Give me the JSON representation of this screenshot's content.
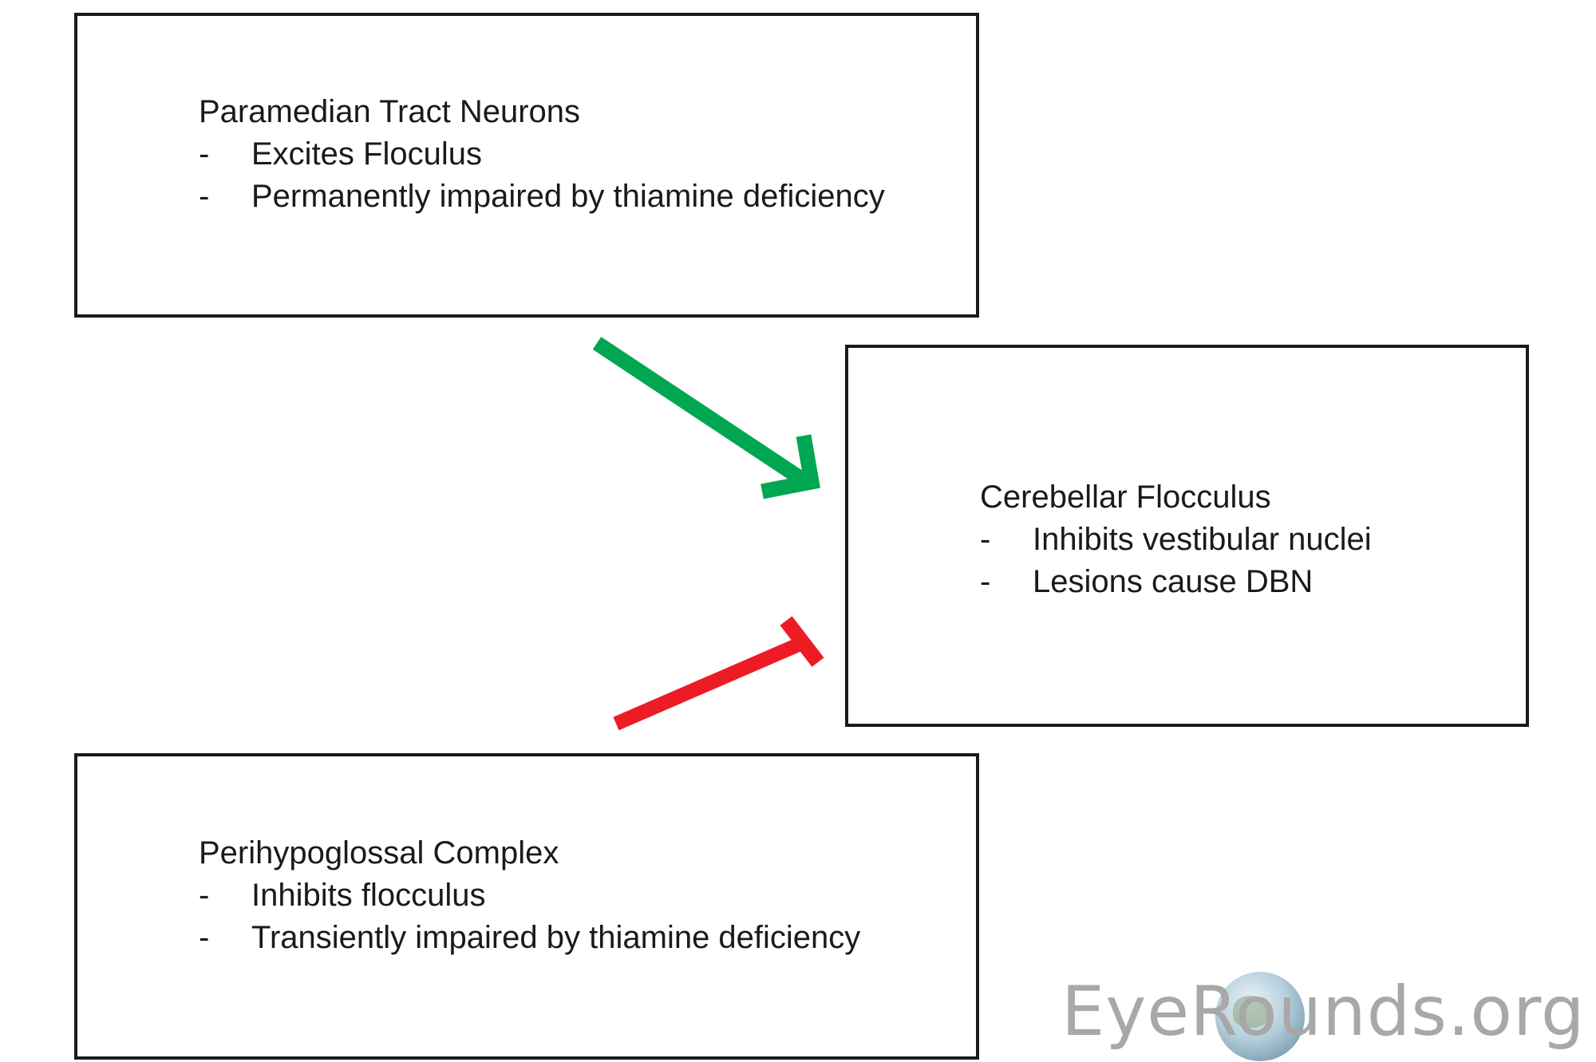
{
  "nodes": {
    "paramedian": {
      "title": "Paramedian Tract Neurons",
      "dash": "-",
      "items": [
        "Excites Floculus",
        "Permanently impaired by thiamine deficiency"
      ]
    },
    "flocculus": {
      "title": "Cerebellar Flocculus",
      "dash": "-",
      "items": [
        "Inhibits vestibular nuclei",
        "Lesions cause DBN"
      ]
    },
    "perihypoglossal": {
      "title": "Perihypoglossal Complex",
      "dash": "-",
      "items": [
        "Inhibits flocculus",
        "Transiently impaired by thiamine deficiency"
      ]
    }
  },
  "edges": [
    {
      "from": "paramedian",
      "to": "flocculus",
      "kind": "excitatory-arrow",
      "color": "#00a651"
    },
    {
      "from": "perihypoglossal",
      "to": "flocculus",
      "kind": "inhibitory-tee",
      "color": "#ed1c24"
    }
  ],
  "watermark": {
    "text": "EyeRounds.org",
    "color": "#a8a8a8",
    "icon": "globe-icon"
  }
}
